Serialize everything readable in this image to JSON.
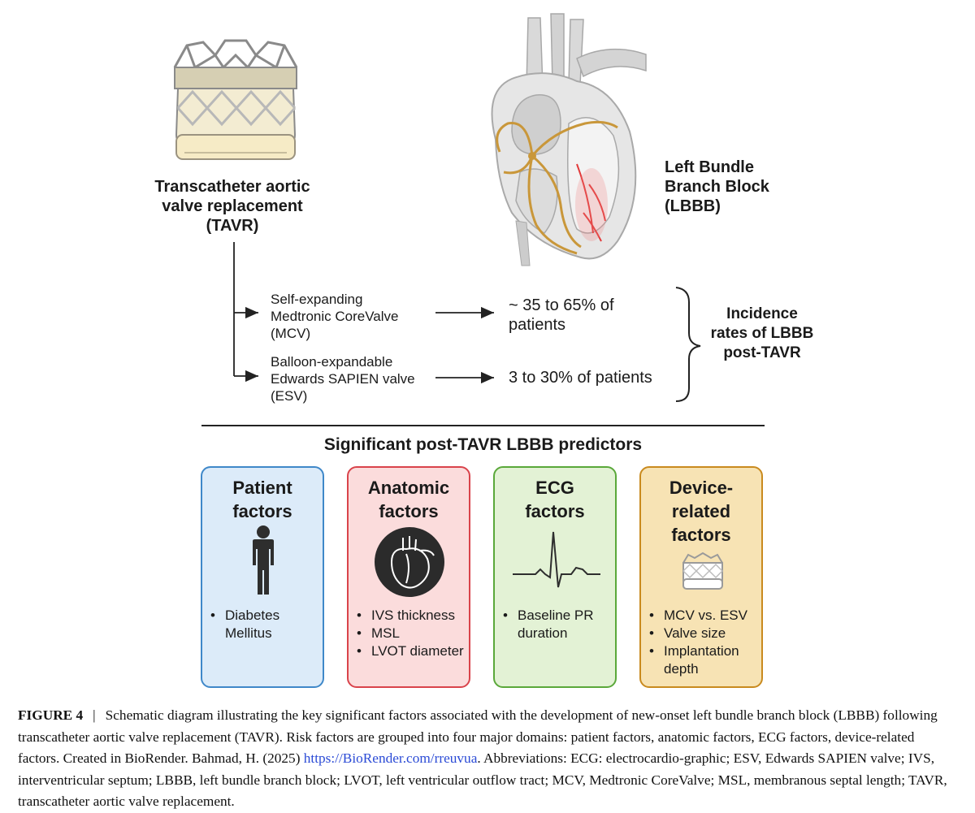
{
  "tavr_label": [
    "Transcatheter aortic",
    "valve replacement",
    "(TAVR)"
  ],
  "lbbb_label": [
    "Left Bundle",
    "Branch Block",
    "(LBBB)"
  ],
  "branches": [
    {
      "lines": [
        "Self-expanding",
        "Medtronic CoreValve",
        "(MCV)"
      ],
      "rate_lines": [
        "~ 35 to 65% of",
        "patients"
      ]
    },
    {
      "lines": [
        "Balloon-expandable",
        "Edwards SAPIEN valve",
        "(ESV)"
      ],
      "rate_lines": [
        "3 to 30% of patients"
      ]
    }
  ],
  "incidence_label": [
    "Incidence",
    "rates of LBBB",
    "post-TAVR"
  ],
  "predictors_title": "Significant post-TAVR LBBB predictors",
  "boxes": [
    {
      "title_lines": [
        "Patient",
        "factors"
      ],
      "icon": "person-icon",
      "items": [
        "Diabetes",
        "Mellitus"
      ],
      "bg": "#dcebf9",
      "border": "#3f88c9"
    },
    {
      "title_lines": [
        "Anatomic",
        "factors"
      ],
      "icon": "heart-icon",
      "items": [
        "IVS thickness",
        "MSL",
        "LVOT diameter"
      ],
      "bg": "#fbdcdc",
      "border": "#d9434b"
    },
    {
      "title_lines": [
        "ECG",
        "factors"
      ],
      "icon": "ecg-waveform-icon",
      "items": [
        "Baseline PR",
        "duration"
      ],
      "bg": "#e3f2d5",
      "border": "#5aa83a"
    },
    {
      "title_lines": [
        "Device-",
        "related",
        "factors"
      ],
      "icon": "valve-icon",
      "items": [
        "MCV vs. ESV",
        "Valve size",
        "Implantation",
        "depth"
      ],
      "bg": "#f7e3b4",
      "border": "#c98a1e"
    }
  ],
  "caption": {
    "label": "FIGURE 4",
    "separator": "|",
    "text": "Schematic diagram illustrating the key significant factors associated with the development of new-onset left bundle branch block (LBBB) following transcatheter aortic valve replacement (TAVR). Risk factors are grouped into four major domains: patient factors, anatomic factors, ECG factors, device-related factors. Created in BioRender. Bahmad, H. (2025) ",
    "link": "https://BioRender.com/rreuvua",
    "text_after": ". Abbreviations: ECG: electrocardio-graphic; ESV, Edwards SAPIEN valve; IVS, interventricular septum; LBBB, left bundle branch block; LVOT, left ventricular outflow tract; MCV, Medtronic CoreValve; MSL, membranous septal length; TAVR, transcatheter aortic valve replacement."
  }
}
